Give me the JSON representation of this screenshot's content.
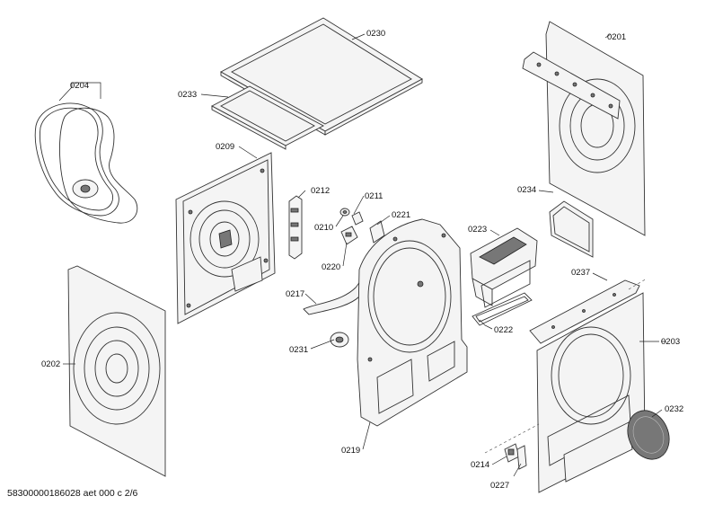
{
  "diagram": {
    "footer_code": "58300000186028 aet 000 c 2/6",
    "labels": [
      {
        "id": "0230",
        "text": "0230"
      },
      {
        "id": "0201",
        "text": "0201"
      },
      {
        "id": "0204",
        "text": "0204"
      },
      {
        "id": "0233",
        "text": "0233"
      },
      {
        "id": "0209",
        "text": "0209"
      },
      {
        "id": "0212",
        "text": "0212"
      },
      {
        "id": "0211",
        "text": "0211"
      },
      {
        "id": "0210",
        "text": "0210"
      },
      {
        "id": "0221",
        "text": "0221"
      },
      {
        "id": "0220",
        "text": "0220"
      },
      {
        "id": "0223",
        "text": "0223"
      },
      {
        "id": "0234",
        "text": "0234"
      },
      {
        "id": "0237",
        "text": "0237"
      },
      {
        "id": "0217",
        "text": "0217"
      },
      {
        "id": "0222",
        "text": "0222"
      },
      {
        "id": "0203",
        "text": "0203"
      },
      {
        "id": "0231",
        "text": "0231"
      },
      {
        "id": "0202",
        "text": "0202"
      },
      {
        "id": "0232",
        "text": "0232"
      },
      {
        "id": "0219",
        "text": "0219"
      },
      {
        "id": "0214",
        "text": "0214"
      },
      {
        "id": "0227",
        "text": "0227"
      }
    ]
  }
}
